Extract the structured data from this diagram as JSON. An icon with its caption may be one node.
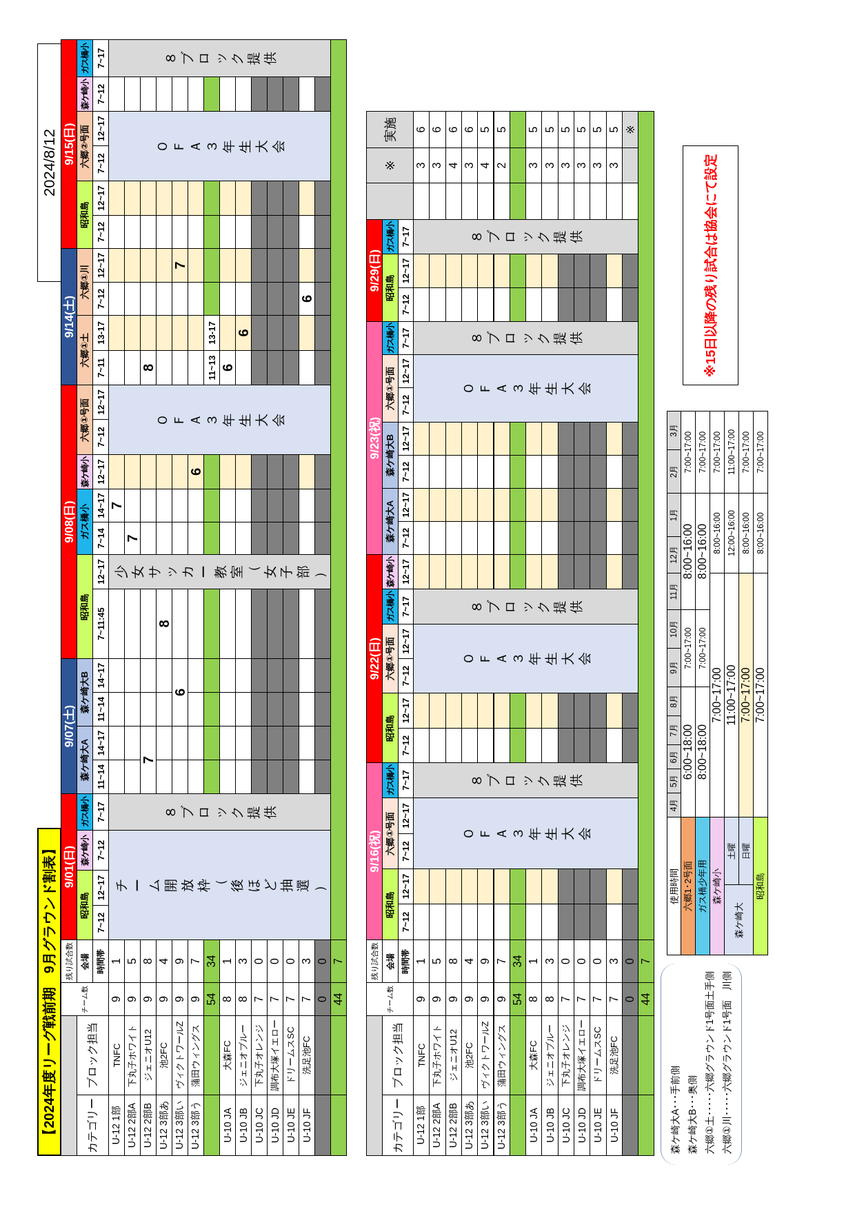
{
  "diagram": {
    "title": "【2024年度リーグ戦前期　9月グラウンド割表】",
    "labels": [
      "2024/8/12",
      "カテゴリー",
      "ブロック担当",
      "チーム数",
      "残り試合数",
      "会場",
      "時間帯",
      "9/01(日)",
      "9/07(土)",
      "9/08(日)",
      "9/14(土)",
      "9/15(日)",
      "昭和島",
      "森ケ崎小",
      "ガス橋小",
      "森ケ崎大A",
      "森ケ崎大B",
      "昭和島",
      "ガス橋小",
      "森ケ崎小",
      "六郷①号面",
      "六郷①土",
      "六郷①川",
      "昭和島",
      "六郷②号面",
      "森ケ崎小",
      "ガス橋小",
      "7~12",
      "12~17",
      "7~12",
      "7~17",
      "11~14",
      "14~17",
      "11~14",
      "14~17",
      "7~11:45",
      "12~17",
      "7~14",
      "14~17",
      "12~17",
      "7~12",
      "12~17",
      "7~11",
      "13-17",
      "7~12",
      "12~17",
      "7~12",
      "12~17",
      "7~12",
      "12~17",
      "7~12",
      "7~17",
      "U-12 1部",
      "TNFC",
      "9",
      "1",
      "チーム開放枠（後ほど抽選）",
      "８ブロック提供",
      "少女サッカー教室（女子部）",
      "7",
      "ＯＦＡ３年生大会",
      "ＯＦＡ３年生大会",
      "８ブロック提供",
      "U-12 2部A",
      "下丸子ホワイト",
      "9",
      "5",
      "7",
      "U-12 2部B",
      "ジェニオU12",
      "9",
      "8",
      "7",
      "8",
      "U-12 3部あ",
      "池2FC",
      "9",
      "4",
      "8",
      "U-12 3部い",
      "ヴィクトワールZ",
      "9",
      "9",
      "6",
      "7",
      "U-12 3部う",
      "蒲田ウィングス",
      "9",
      "7",
      "6",
      "54",
      "34",
      "11~13",
      "13-17",
      "U-10 JA",
      "大森FC",
      "8",
      "1",
      "6",
      "U-10 JB",
      "ジェニオブルー",
      "8",
      "3",
      "6",
      "U-10 JC",
      "下丸子オレンジ",
      "7",
      "0",
      "U-10 JD",
      "調布大塚イエロー",
      "7",
      "0",
      "U-10 JE",
      "ドリームスSC",
      "7",
      "0",
      "U-10 JF",
      "洗足池FC",
      "7",
      "3",
      "6",
      "0",
      "0",
      "44",
      "7",
      "カテゴリー",
      "ブロック担当",
      "チーム数",
      "残り試合数",
      "会場",
      "時間帯",
      "9/16(祝)",
      "9/22(日)",
      "9/23(祝)",
      "9/29(日)",
      "昭和島",
      "六郷①号面",
      "ガス橋小",
      "昭和島",
      "六郷①号面",
      "ガス橋小",
      "森ケ崎小",
      "森ケ崎大A",
      "森ケ崎大B",
      "六郷①号面",
      "ガス橋小",
      "昭和島",
      "ガス橋小",
      "7~12",
      "12~17",
      "7~12",
      "12~17",
      "7~17",
      "7~12",
      "12~17",
      "7~12",
      "12~17",
      "7~17",
      "12~17",
      "7~12",
      "12~17",
      "7~12",
      "12~17",
      "7~12",
      "12~17",
      "7~17",
      "7~12",
      "12~17",
      "7~17",
      "※",
      "実施",
      "U-12 1部",
      "TNFC",
      "9",
      "1",
      "ＯＦＡ３年生大会",
      "８ブロック提供",
      "ＯＦＡ３年生大会",
      "８ブロック提供",
      "ＯＦＡ３年生大会",
      "８ブロック提供",
      "８ブロック提供",
      "3",
      "6",
      "U-12 2部A",
      "下丸子ホワイト",
      "9",
      "5",
      "3",
      "6",
      "U-12 2部B",
      "ジェニオU12",
      "9",
      "8",
      "4",
      "6",
      "U-12 3部あ",
      "池2FC",
      "9",
      "4",
      "3",
      "6",
      "U-12 3部い",
      "ヴィクトワールZ",
      "9",
      "9",
      "4",
      "5",
      "U-12 3部う",
      "蒲田ウィングス",
      "9",
      "7",
      "2",
      "5",
      "54",
      "34",
      "U-10 JA",
      "大森FC",
      "8",
      "1",
      "3",
      "5",
      "U-10 JB",
      "ジェニオブルー",
      "8",
      "3",
      "3",
      "5",
      "U-10 JC",
      "下丸子オレンジ",
      "7",
      "0",
      "3",
      "5",
      "U-10 JD",
      "調布大塚イエロー",
      "7",
      "0",
      "3",
      "5",
      "U-10 JE",
      "ドリームスSC",
      "7",
      "0",
      "3",
      "5",
      "U-10 JF",
      "洗足池FC",
      "7",
      "3",
      "3",
      "5",
      "0",
      "0",
      "※",
      "44",
      "7",
      "使用時間",
      "4月",
      "5月",
      "6月",
      "7月",
      "8月",
      "9月",
      "10月",
      "11月",
      "12月",
      "1月",
      "2月",
      "3月",
      "六郷1･2号面",
      "6:00~18:00",
      "7:00~17:00",
      "8:00~16:00",
      "7:00~17:00",
      "ガス橋少年用",
      "8:00~18:00",
      "7:00~17:00",
      "8:00~16:00",
      "7:00~17:00",
      "森ケ崎小",
      "7:00~17:00",
      "8:00~16:00",
      "7:00~17:00",
      "森ケ崎大",
      "土曜",
      "11:00~17:00",
      "12:00~16:00",
      "11:00~17:00",
      "日曜",
      "7:00~17:00",
      "8:00~16:00",
      "7:00~17:00",
      "昭和島",
      "7:00~17:00",
      "8:00~16:00",
      "7:00~17:00",
      "森ケ崎大A･･･手前側",
      "森ケ崎大B･･･奥側",
      "六郷①土･････六郷グラウンド1号面土手側",
      "六郷①川･････六郷グラウンド1号面　川側",
      "※15日以降の残り試合は協会にて設定"
    ]
  }
}
